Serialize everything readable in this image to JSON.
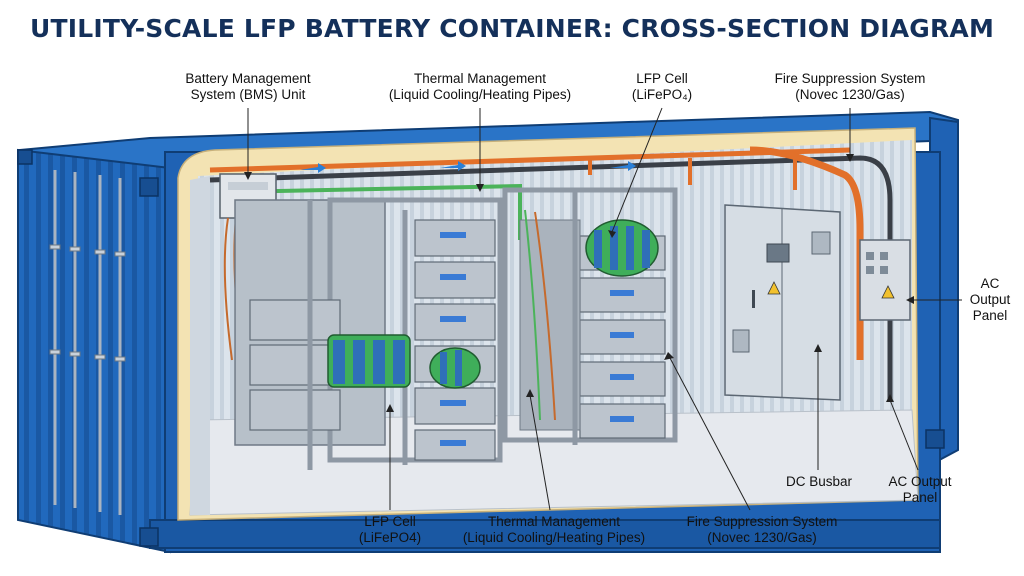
{
  "title": "UTILITY-SCALE LFP BATTERY CONTAINER: CROSS-SECTION DIAGRAM",
  "labels": {
    "bms": {
      "line1": "Battery Management",
      "line2": "System (BMS) Unit"
    },
    "thermal_top": {
      "line1": "Thermal Management",
      "line2": "(Liquid Cooling/Heating Pipes)"
    },
    "cell_top": {
      "line1": "LFP Cell",
      "line2": "(LiFePO₄)"
    },
    "fire_top": {
      "line1": "Fire Suppression System",
      "line2": "(Novec 1230/Gas)"
    },
    "ac_right": {
      "line1": "AC",
      "line2": "Output",
      "line3": "Panel"
    },
    "dc_busbar": {
      "line1": "DC Busbar"
    },
    "ac_bottom": {
      "line1": "AC Output",
      "line2": "Panel"
    },
    "cell_bottom": {
      "line1": "LFP Cell",
      "line2": "(LiFePO4)"
    },
    "thermal_bottom": {
      "line1": "Thermal Management",
      "line2": "(Liquid Cooling/Heating Pipes)"
    },
    "fire_bottom": {
      "line1": "Fire Suppression System",
      "line2": "(Novec 1230/Gas)"
    }
  },
  "colors": {
    "container": "#1f62b4",
    "container_dark": "#154a8c",
    "insulation": "#f3e3b3",
    "wall": "#d9e1ea",
    "floor": "#e6e9ee",
    "rack": "#8e98a4",
    "module": "#bcc4cd",
    "cell_green": "#3fae5a",
    "cell_blue": "#2f6fb8",
    "pipe_orange": "#e2702a",
    "pipe_green": "#4bb35a",
    "title": "#14305a"
  }
}
